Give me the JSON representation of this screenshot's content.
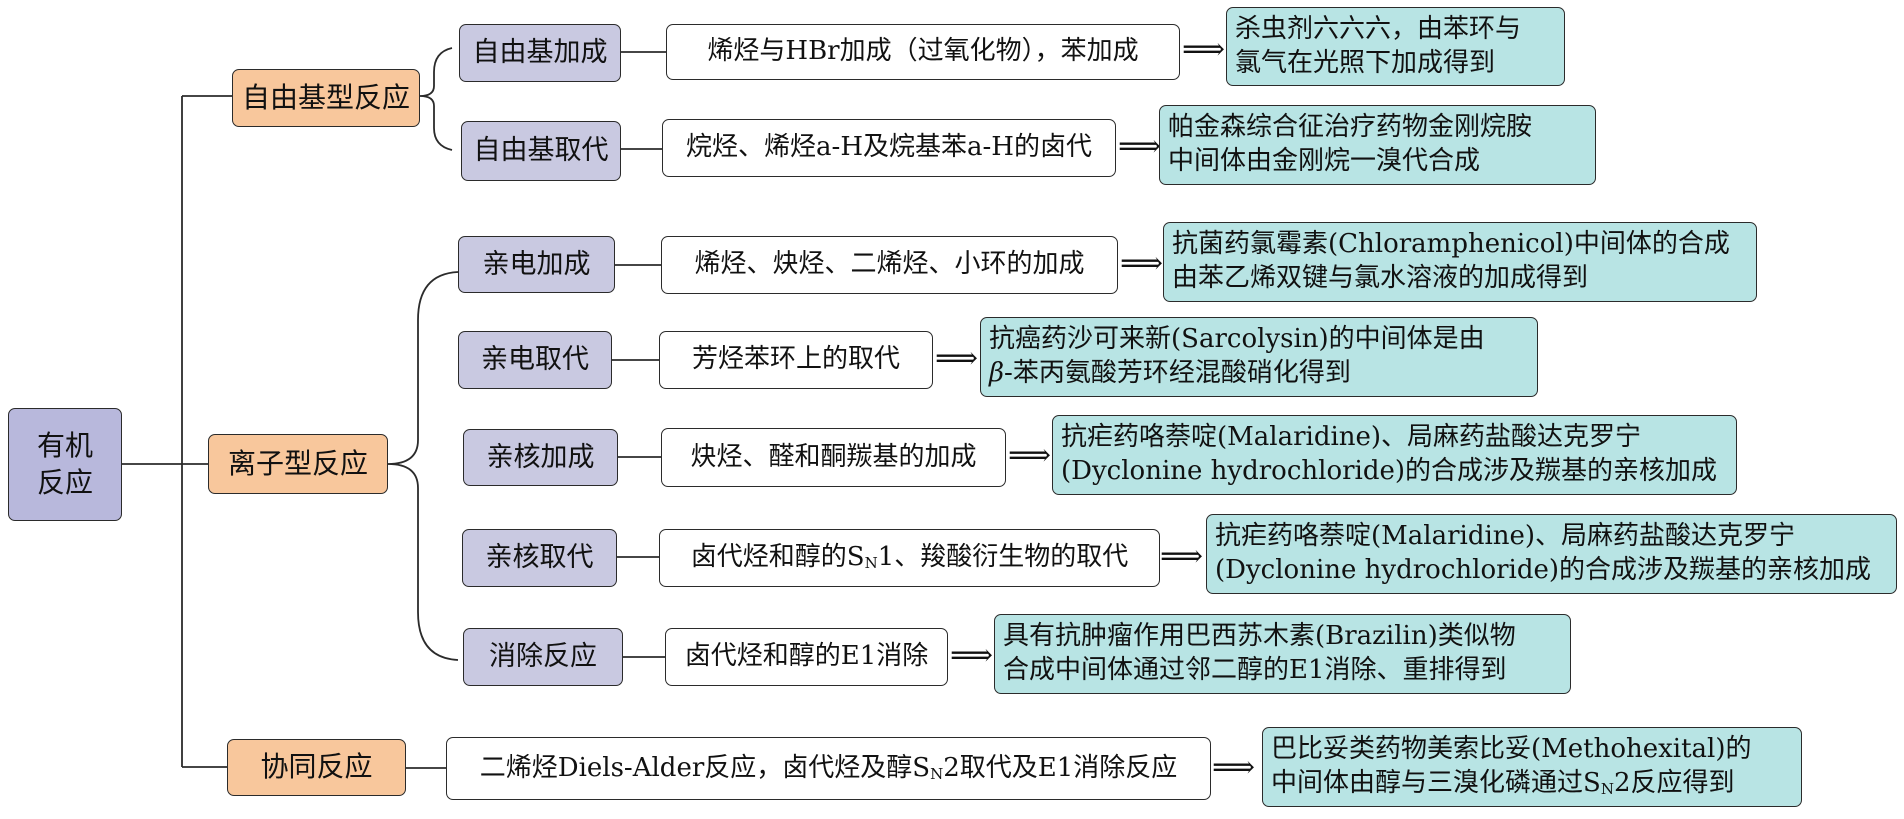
{
  "diagram": {
    "root": {
      "line1": "有机",
      "line2": "反应"
    },
    "categories": [
      {
        "label": "自由基型反应"
      },
      {
        "label": "离子型反应"
      },
      {
        "label": "协同反应"
      }
    ],
    "rows": [
      {
        "sub": "自由基加成",
        "desc": "烯烃与HBr加成（过氧化物），苯加成",
        "ex1": "杀虫剂六六六，由苯环与",
        "ex2": "氯气在光照下加成得到"
      },
      {
        "sub": "自由基取代",
        "desc": "烷烃、烯烃a-H及烷基苯a-H的卤代",
        "ex1": "帕金森综合征治疗药物金刚烷胺",
        "ex2": "中间体由金刚烷一溴代合成"
      },
      {
        "sub": "亲电加成",
        "desc": "烯烃、炔烃、二烯烃、小环的加成",
        "ex1": "抗菌药氯霉素(Chloramphenicol)中间体的合成",
        "ex2": "由苯乙烯双键与氯水溶液的加成得到"
      },
      {
        "sub": "亲电取代",
        "desc": "芳烃苯环上的取代",
        "ex1": "抗癌药沙可来新(Sarcolysin)的中间体是由",
        "ex2_italic": "β",
        "ex2": "-苯丙氨酸芳环经混酸硝化得到"
      },
      {
        "sub": "亲核加成",
        "desc": "炔烃、醛和酮羰基的加成",
        "ex1": "抗疟药咯萘啶(Malaridine)、局麻药盐酸达克罗宁",
        "ex2": "(Dyclonine hydrochloride)的合成涉及羰基的亲核加成"
      },
      {
        "sub": "亲核取代",
        "desc_a": "卤代烃和醇的S",
        "desc_sub": "N",
        "desc_b": "1、羧酸衍生物的取代",
        "ex1": "抗疟药咯萘啶(Malaridine)、局麻药盐酸达克罗宁",
        "ex2": "(Dyclonine hydrochloride)的合成涉及羰基的亲核加成"
      },
      {
        "sub": "消除反应",
        "desc": "卤代烃和醇的E1消除",
        "ex1": "具有抗肿瘤作用巴西苏木素(Brazilin)类似物",
        "ex2": "合成中间体通过邻二醇的E1消除、重排得到"
      }
    ],
    "concerted": {
      "desc_a": "二烯烃Diels-Alder反应，卤代烃及醇S",
      "desc_sub": "N",
      "desc_b": "2取代及E1消除反应",
      "ex1": "巴比妥类药物美索比妥(Methohexital)的",
      "ex2_a": "中间体由醇与三溴化磷通过S",
      "ex2_sub": "N",
      "ex2_b": "2反应得到"
    },
    "arrow_glyph": "⟹",
    "colors": {
      "root": "#b8b8dc",
      "category": "#f8c79c",
      "subtype": "#c9c9e1",
      "description": "#ffffff",
      "example": "#b8e4e4",
      "line": "#2b2b2b"
    }
  }
}
